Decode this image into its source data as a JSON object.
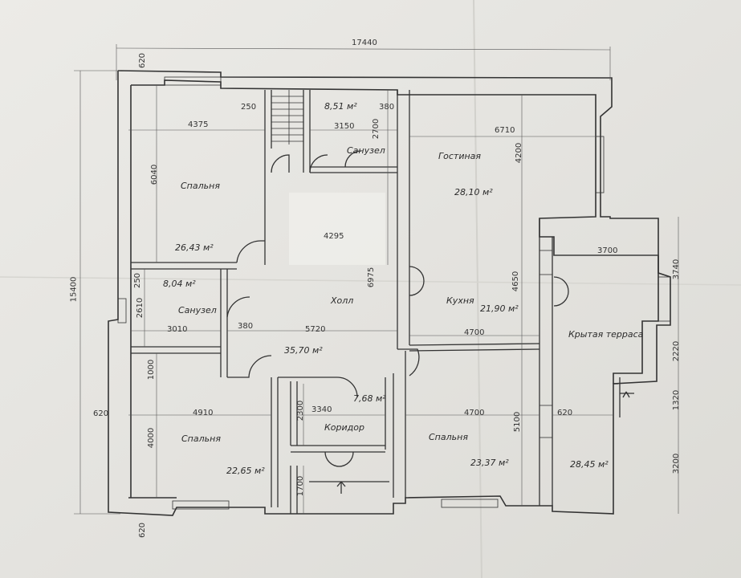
{
  "plan": {
    "overall_width": "17440",
    "overall_height": "15400",
    "rooms": {
      "bedroom_nw": {
        "name": "Спальня",
        "area": "26,43 м²",
        "width": "4375",
        "height": "6040"
      },
      "stair_note_250": "250",
      "bath_top": {
        "name": "Санузел",
        "area": "8,51 м²",
        "width": "3150",
        "height": "2700",
        "side": "380"
      },
      "living": {
        "name": "Гостиная",
        "area": "28,10 м²",
        "width": "6710",
        "height": "4200"
      },
      "bath_left": {
        "name": "Санузел",
        "area": "8,04 м²",
        "width": "3010",
        "height": "2610",
        "side": "250"
      },
      "hall": {
        "name": "Холл",
        "area": "35,70 м²",
        "width": "5720",
        "side": "380",
        "height": "6975",
        "center_dim": "4295"
      },
      "kitchen": {
        "name": "Кухня",
        "area": "21,90 м²",
        "width": "4700",
        "height": "4650"
      },
      "terrace": {
        "name": "Крытая терраса",
        "area": "28,45 м²",
        "width": "3700",
        "heights": [
          "3740",
          "2220",
          "1320",
          "3200"
        ],
        "side": "620"
      },
      "bedroom_sw": {
        "name": "Спальня",
        "area": "22,65 м²",
        "width": "4910",
        "height": "4000",
        "gap": "1000"
      },
      "corridor": {
        "name": "Коридор",
        "area": "7,68 м²",
        "width": "3340",
        "height": "2300",
        "entry": "1700"
      },
      "bedroom_se": {
        "name": "Спальня",
        "area": "23,37 м²",
        "width": "4700",
        "height": "5100"
      }
    },
    "wall_dims": {
      "top": "620",
      "left": "620",
      "bottom": "620"
    }
  }
}
